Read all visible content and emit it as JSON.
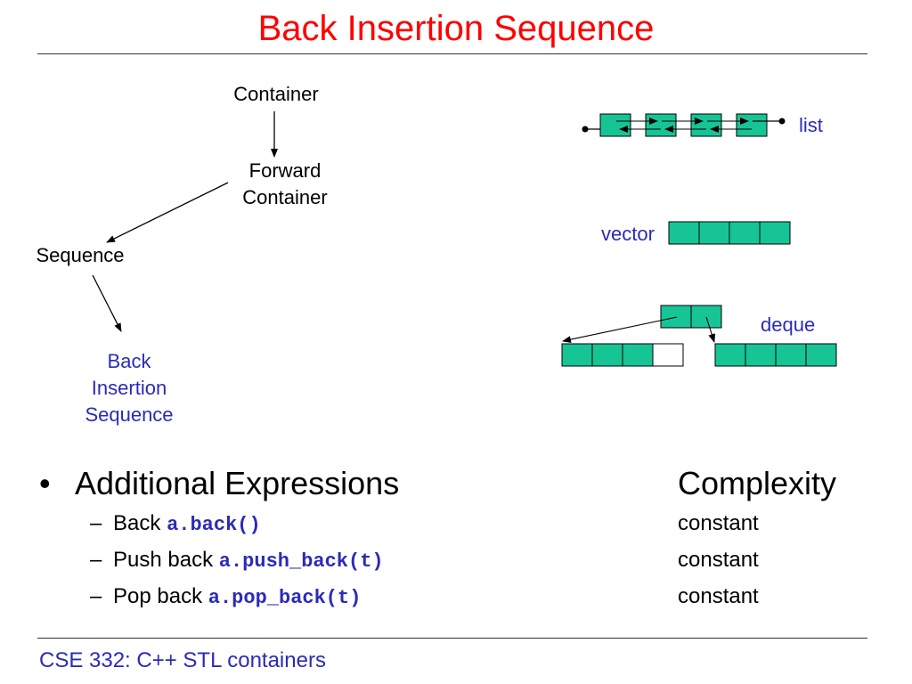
{
  "title": "Back Insertion Sequence",
  "hierarchy": {
    "container": "Container",
    "forward_container_line1": "Forward",
    "forward_container_line2": "Container",
    "sequence": "Sequence",
    "back_insertion_line1": "Back",
    "back_insertion_line2": "Insertion",
    "back_insertion_line3": "Sequence"
  },
  "structures": {
    "list_label": "list",
    "vector_label": "vector",
    "deque_label": "deque"
  },
  "table": {
    "heading": "Additional Expressions",
    "complexity_heading": "Complexity",
    "rows": [
      {
        "label": "Back",
        "code": "a.back()",
        "complexity": "constant"
      },
      {
        "label": "Push back",
        "code": "a.push_back(t)",
        "complexity": "constant"
      },
      {
        "label": "Pop back",
        "code": "a.pop_back(t)",
        "complexity": "constant"
      }
    ]
  },
  "footer": "CSE 332: C++ STL containers",
  "colors": {
    "title": "#ff0000",
    "accent_text": "#2b2bb8",
    "cell_fill": "#17c496"
  }
}
